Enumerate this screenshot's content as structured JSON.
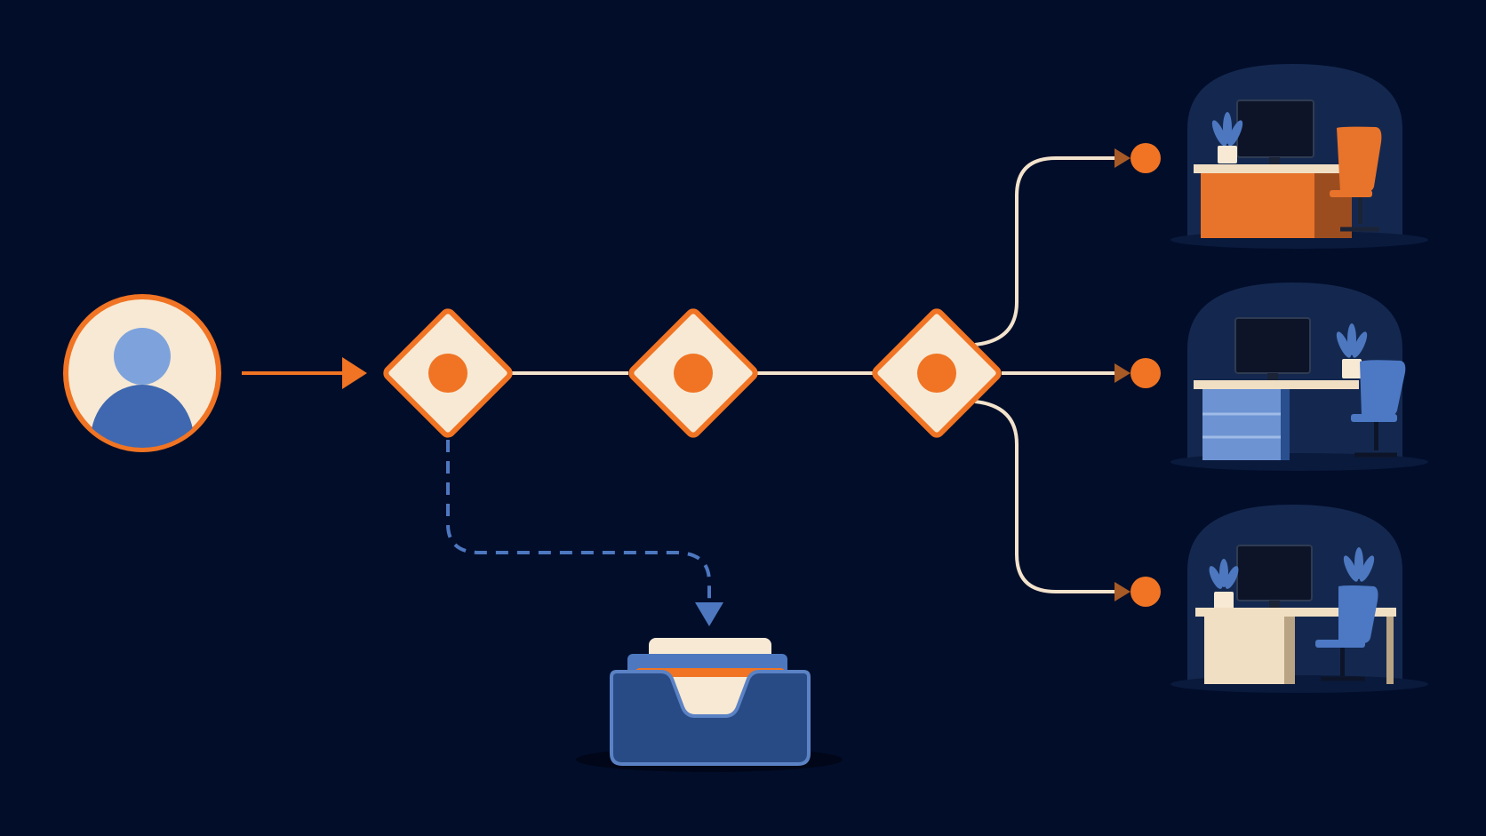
{
  "colors": {
    "background": "#020d2a",
    "accent_orange": "#f07423",
    "cream": "#f8e9d4",
    "line_cream": "#f3e3cc",
    "blue_light": "#7ea3dc",
    "blue_mid": "#4d78c0",
    "blue_dark": "#2a4f8f",
    "navy_dome": "#14284f",
    "monitor": "#0d1428"
  },
  "icons": {
    "user": "user-avatar-icon",
    "decision": "diamond-node-icon",
    "terminal": "endpoint-dot-icon",
    "desk": "office-desk-icon",
    "tray": "inbox-tray-icon"
  },
  "nodes": {
    "user": {
      "type": "start"
    },
    "steps": [
      {
        "id": "step-1"
      },
      {
        "id": "step-2"
      },
      {
        "id": "step-3"
      }
    ],
    "branches": [
      {
        "id": "desk-orange",
        "desk_color": "#e8732a",
        "chair_color": "#e8732a"
      },
      {
        "id": "desk-blue",
        "desk_color": "#6d93d3",
        "chair_color": "#4c78c4"
      },
      {
        "id": "desk-cream",
        "desk_color": "#f1dfc4",
        "chair_color": "#4c78c4"
      }
    ],
    "archive": {
      "type": "inbox-tray"
    }
  }
}
